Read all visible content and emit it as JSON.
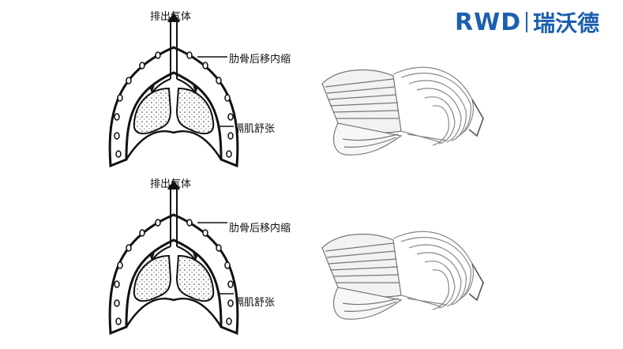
{
  "logo": {
    "latin": "RWD",
    "chinese": "瑞沃德",
    "color": "#1b5fae"
  },
  "panels": [
    {
      "label_exhale": "排出气体",
      "label_ribs": "肋骨后移内缩",
      "label_diaphragm": "膈肌舒张"
    },
    {
      "label_exhale": "排出气体",
      "label_ribs": "肋骨后移内缩",
      "label_diaphragm": "膈肌舒张"
    }
  ]
}
